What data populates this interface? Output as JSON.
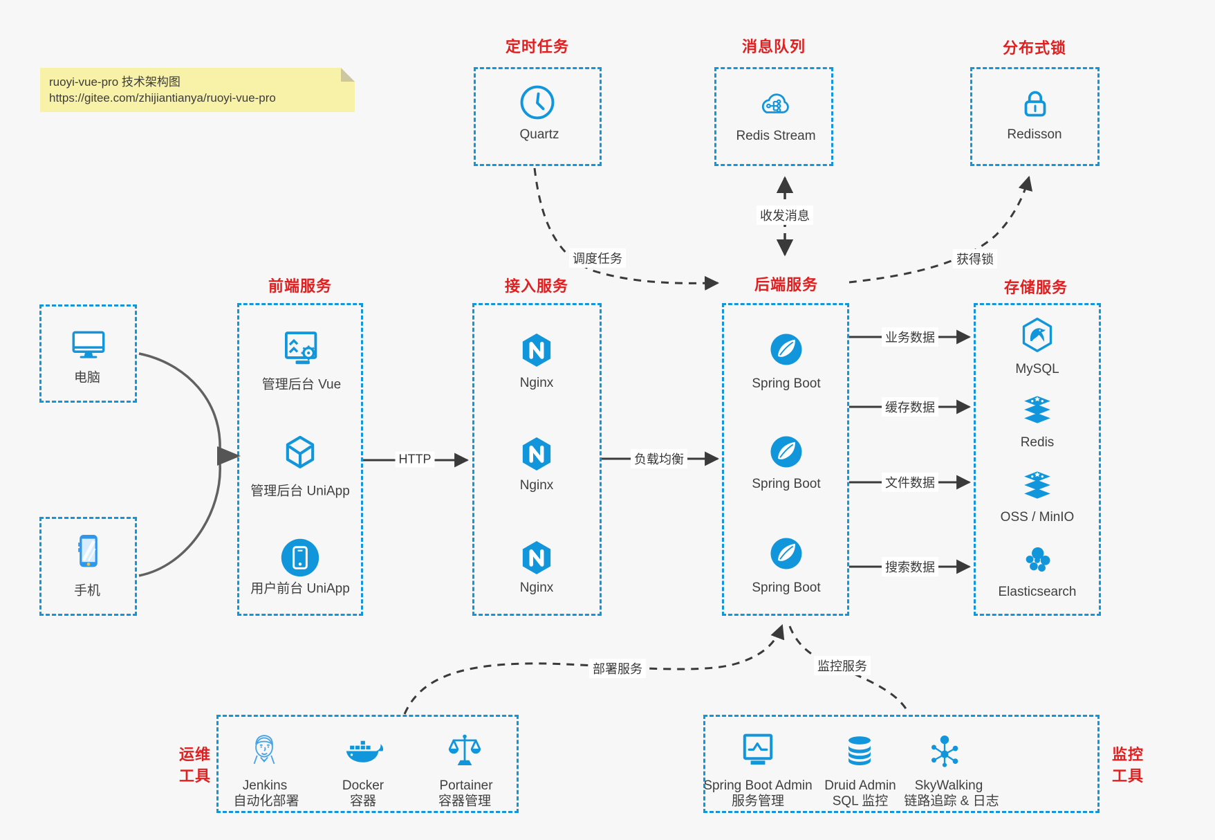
{
  "colors": {
    "accent_blue": "#1296db",
    "title_red": "#e02020",
    "arrow_dark": "#3a3a3a",
    "connector_gray": "#616161",
    "note_bg": "#f8f1a8",
    "canvas_bg": "#f7f7f7"
  },
  "note": {
    "line1": "ruoyi-vue-pro 技术架构图",
    "line2": "https://gitee.com/zhijiantianya/ruoyi-vue-pro"
  },
  "top_groups": {
    "scheduled_job": {
      "title": "定时任务",
      "item": {
        "label": "Quartz",
        "icon": "clock-icon"
      }
    },
    "message_queue": {
      "title": "消息队列",
      "item": {
        "label": "Redis Stream",
        "icon": "cloud-stream-icon"
      }
    },
    "distributed_lock": {
      "title": "分布式锁",
      "item": {
        "label": "Redisson",
        "icon": "lock-icon"
      }
    }
  },
  "clients": {
    "pc": {
      "label": "电脑",
      "icon": "desktop-icon"
    },
    "mobile": {
      "label": "手机",
      "icon": "smartphone-icon"
    }
  },
  "columns": {
    "frontend": {
      "title": "前端服务",
      "items": [
        {
          "label": "管理后台 Vue",
          "icon": "admin-dashboard-icon"
        },
        {
          "label": "管理后台 UniApp",
          "icon": "uniapp-cube-icon"
        },
        {
          "label": "用户前台 UniApp",
          "icon": "mobile-app-icon"
        }
      ]
    },
    "gateway": {
      "title": "接入服务",
      "items": [
        {
          "label": "Nginx",
          "icon": "nginx-icon"
        },
        {
          "label": "Nginx",
          "icon": "nginx-icon"
        },
        {
          "label": "Nginx",
          "icon": "nginx-icon"
        }
      ]
    },
    "backend": {
      "title": "后端服务",
      "items": [
        {
          "label": "Spring Boot",
          "icon": "spring-icon"
        },
        {
          "label": "Spring Boot",
          "icon": "spring-icon"
        },
        {
          "label": "Spring Boot",
          "icon": "spring-icon"
        }
      ]
    },
    "storage": {
      "title": "存储服务",
      "items": [
        {
          "label": "MySQL",
          "icon": "mysql-icon"
        },
        {
          "label": "Redis",
          "icon": "redis-icon"
        },
        {
          "label": "OSS / MinIO",
          "icon": "storage-stack-icon"
        },
        {
          "label": "Elasticsearch",
          "icon": "elasticsearch-icon"
        }
      ]
    }
  },
  "bottom_groups": {
    "ops": {
      "side_label": "运维\n工具",
      "items": [
        {
          "name": "Jenkins",
          "desc": "自动化部署",
          "icon": "jenkins-icon"
        },
        {
          "name": "Docker",
          "desc": "容器",
          "icon": "docker-icon"
        },
        {
          "name": "Portainer",
          "desc": "容器管理",
          "icon": "portainer-icon"
        }
      ]
    },
    "monitoring": {
      "side_label": "监控\n工具",
      "items": [
        {
          "name": "Spring Boot Admin",
          "desc": "服务管理",
          "icon": "springboot-admin-icon"
        },
        {
          "name": "Druid Admin",
          "desc": "SQL 监控",
          "icon": "druid-db-icon"
        },
        {
          "name": "SkyWalking",
          "desc": "链路追踪 & 日志",
          "icon": "skywalking-icon"
        }
      ]
    }
  },
  "edges": {
    "http": "HTTP",
    "load_balance": "负载均衡",
    "schedule_job": "调度任务",
    "send_receive_msg": "收发消息",
    "acquire_lock": "获得锁",
    "business_data": "业务数据",
    "cache_data": "缓存数据",
    "file_data": "文件数据",
    "search_data": "搜索数据",
    "deploy_service": "部署服务",
    "monitor_service": "监控服务"
  }
}
